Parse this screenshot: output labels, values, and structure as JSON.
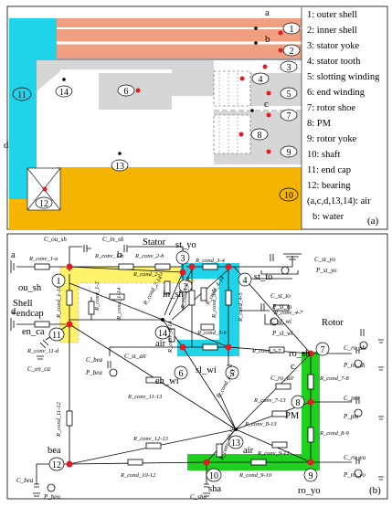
{
  "panel_a": {
    "legend": [
      "1: outer shell",
      "2: inner shell",
      "3: stator yoke",
      "4: stator tooth",
      "5: slotting winding",
      "6: end winding",
      "7: rotor shoe",
      "8: PM",
      "9: rotor yoke",
      "10: shaft",
      "11: end cap",
      "12: bearing",
      "(a,c,d,13,14): air",
      "b: water"
    ],
    "tag": "(a)",
    "region_labels": {
      "n1": "1",
      "n2": "2",
      "n3": "3",
      "n4": "4",
      "n5": "5",
      "n6": "6",
      "n7": "7",
      "n8": "8",
      "n9": "9",
      "n10": "10",
      "n11": "11",
      "n12": "12",
      "n13": "13",
      "n14": "14",
      "a": "a",
      "b": "b",
      "c": "c",
      "d": "d"
    },
    "colors": {
      "shell": "#f0a080",
      "cap": "#1fd4e8",
      "shaft": "#f5b400",
      "gray": "#d6d6d6",
      "node": "#e31b23"
    }
  },
  "panel_b": {
    "tag": "(b)",
    "nodes": {
      "n1": "1",
      "n2": "2",
      "n3": "3",
      "n4": "4",
      "n5": "5",
      "n6": "6",
      "n7": "7",
      "n8": "8",
      "n9": "9",
      "n10": "10",
      "n11": "11",
      "n12": "12",
      "n13": "13",
      "n14": "14"
    },
    "labels": {
      "a": "a",
      "d": "d",
      "ou_sh": "ou_sh",
      "in_sh": "in_sh",
      "shell_endcap_1": "Shell",
      "shell_endcap_2": "+endcap",
      "en_ca": "en_ca",
      "stator": "Stator",
      "st_yo": "st_yo",
      "st_to": "st_to",
      "sl_wi": "sl_wi",
      "en_wi": "en_wi",
      "air14": "air",
      "rotor": "Rotor",
      "ro_sh": "ro_sh",
      "c": "c",
      "pm": "PM",
      "air13": "air",
      "ro_yo": "ro_yo",
      "sha": "sha",
      "bea": "bea",
      "b": "b"
    },
    "resistances": {
      "r_conv_1a": "R_conv_1-a",
      "r_conv_1b": "R_conv_1-b",
      "r_conv_2b": "R_conv_2-b",
      "r_cond_23": "R_cond_2-3",
      "r_cond_34": "R_cond_3-4",
      "r_cond_314": "R_cond_3-14",
      "r_cond_214": "R_cond_2-14",
      "r_cond_414": "R_cond_4-14",
      "r_cond_45": "R_cond_4-5",
      "r_cond_112": "R_cond_1-2",
      "r_cond_114": "R_cond_1-14",
      "r_cond_111": "R_cond_1-11",
      "r_conv_11d": "R_conv_11-d",
      "r_cond_56": "R_cond_5-6",
      "r_cond_35": "R_cond_3-5",
      "r_conv_614": "R_conv_6-14",
      "r_conv_57": "R_conv_5-7",
      "r_conv_47": "R_conv_4-7",
      "r_cond_713": "R_conv_7-13",
      "r_cond_613": "R_cond_6-13",
      "r_conv_1113": "R_conv_11-13",
      "r_cond_1112": "R_cond_11-12",
      "r_conv_1213": "R_conv_12-13",
      "r_cond_78": "R_cond_7-8",
      "r_conv_813": "R_conv_8-13",
      "r_cond_89": "R_cond_8-9",
      "r_conv_913": "R_conv_9-13",
      "r_conv_1013": "R_conv_10-13",
      "r_cond_910": "R_cond_9-10",
      "r_cond_1012": "R_cond_10-12"
    },
    "caps": {
      "c_ou_sh": "C_ou_sh",
      "c_in_sh": "C_in_sh",
      "c_st_yo": "C_st_yo",
      "p_st_yo": "P_st_yo",
      "c_st_to": "C_st_to",
      "p_st_to": "P_st_to",
      "c_sl_wi": "C_sl_wi",
      "p_sl_wi": "P_sl_wi",
      "c_st_air": "C_st_air",
      "c_bea": "C_bea",
      "p_bea": "P_bea",
      "c_en_ca": "C_en_ca",
      "c_ro_sh": "C_ro_sh",
      "p_ro_sh": "P_ro_sh",
      "c_ro_air": "C_ro_air",
      "c_pm": "C_pm",
      "p_pm": "P_pm",
      "c_ro_yo": "C_ro_yo",
      "p_ro_yo": "P_ro_yo",
      "c_sha": "C_sha",
      "c_bea2": "C_bea",
      "p_bea2": "P_bea"
    },
    "colors": {
      "shell_block": "#fff36b",
      "stator_block": "#1fd4e8",
      "rotor_block": "#1fd020",
      "node": "#e31b23"
    }
  }
}
